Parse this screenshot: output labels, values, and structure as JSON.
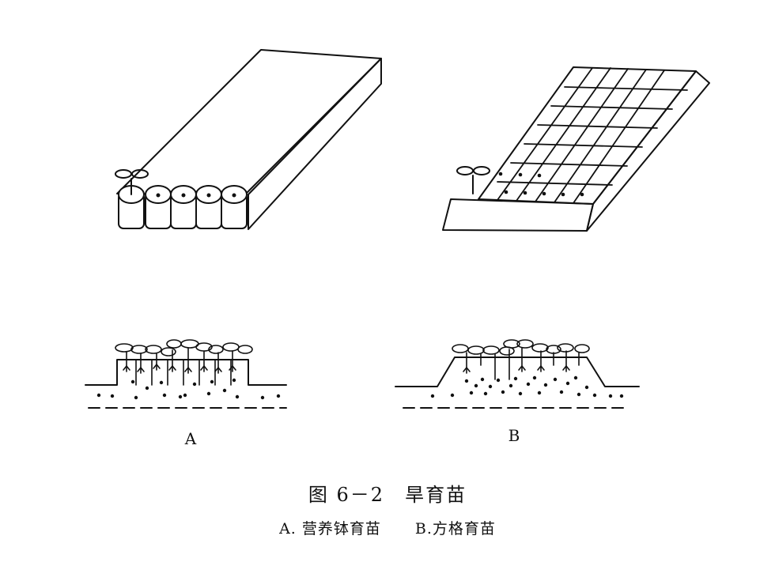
{
  "panels": {
    "a_label": "A",
    "b_label": "B"
  },
  "caption": {
    "title": "图 6－2　旱育苗",
    "sub_a": "A. 营养钵育苗",
    "sub_b": "B.方格育苗"
  }
}
